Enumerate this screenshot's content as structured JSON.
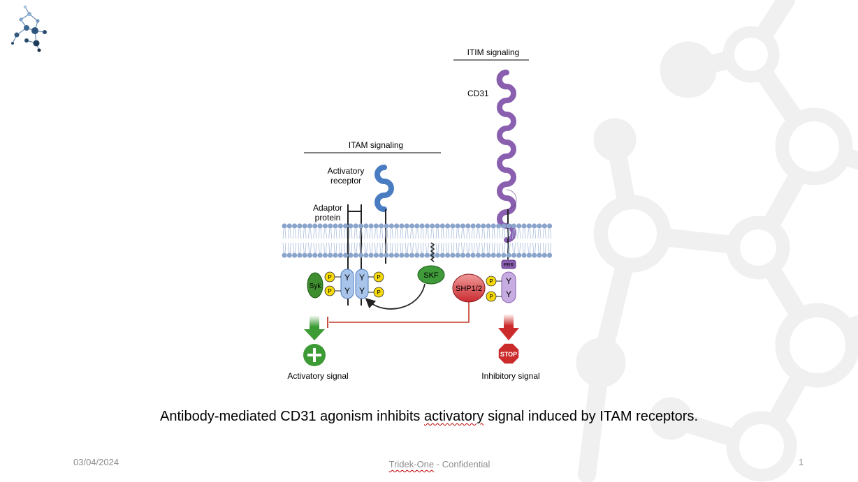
{
  "slide": {
    "caption_before": "Antibody-mediated CD31 agonism inhibits ",
    "caption_squiggle": "activatory",
    "caption_after": " signal induced by ITAM receptors.",
    "footer_date": "03/04/2024",
    "footer_company": "Tridek-One",
    "footer_rest": " - Confidential",
    "page_number": "1"
  },
  "diagram": {
    "itim_title": "ITIM signaling",
    "itam_title": "ITAM signaling",
    "cd31_label": "CD31",
    "activatory_receptor_line1": "Activatory",
    "activatory_receptor_line2": "receptor",
    "adaptor_line1": "Adaptor",
    "adaptor_line2": "protein",
    "syk_label": "Syk",
    "skf_label": "SKF",
    "shp_label": "SHP1/2",
    "prr_label": "PRR",
    "y_label": "Y",
    "p_label": "P",
    "stop_label": "STOP",
    "activatory_signal_label": "Activatory signal",
    "inhibitory_signal_label": "Inhibitory signal"
  },
  "colors": {
    "itam_blue": "#4a7cc2",
    "cd31_purple": "#8a5fb0",
    "syk_green": "#3e8e2f",
    "skf_green": "#3f9a3a",
    "shp_red": "#d9393e",
    "phospho_yellow": "#f5d90a",
    "membrane": "#8aa4cc",
    "inhibit_line": "#c0392b",
    "activation_green": "#3d9b35",
    "inhibition_red": "#cc2b2b"
  }
}
